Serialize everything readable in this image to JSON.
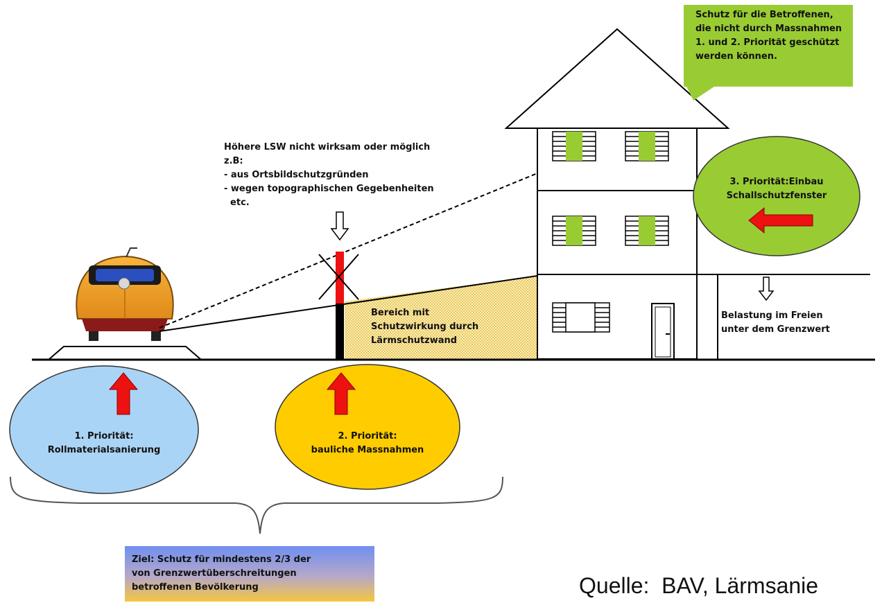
{
  "colors": {
    "green": "#99cc33",
    "blue_ellipse": "#aad4f5",
    "yellow_ellipse": "#ffcc00",
    "arrow_red": "#ee1111",
    "train_orange": "#f5a023",
    "hatch": "#f2dc8c"
  },
  "callout_top": [
    "Schutz für die Betroffenen,",
    "die nicht durch Massnahmen",
    "1. und 2. Priorität geschützt",
    "werden können."
  ],
  "lsw_note": [
    "Höhere LSW nicht wirksam oder möglich",
    "z.B:",
    "- aus Ortsbildschutzgründen",
    "- wegen topographischen Gegebenheiten",
    "  etc."
  ],
  "priority3": [
    "3. Priorität:Einbau",
    "Schallschutzfenster"
  ],
  "zone": [
    "Bereich mit",
    "Schutzwirkung durch",
    "Lärmschutzwand"
  ],
  "outdoor": [
    "Belastung im Freien",
    "unter dem Grenzwert"
  ],
  "priority1": [
    "1. Priorität:",
    "Rollmaterialsanierung"
  ],
  "priority2": [
    "2. Priorität:",
    "bauliche Massnahmen"
  ],
  "goal": [
    "Ziel: Schutz für mindestens 2/3 der",
    "von Grenzwertüberschreitungen",
    "betroffenen Bevölkerung"
  ],
  "source": "Quelle:  BAV, Lärmsanie"
}
